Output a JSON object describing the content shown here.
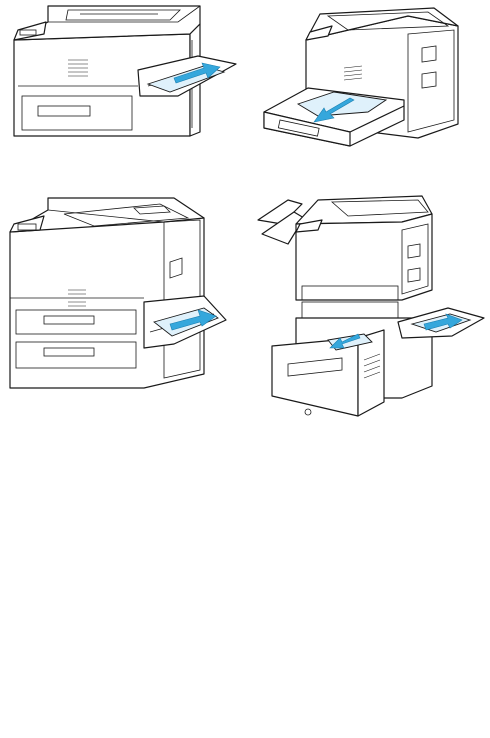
{
  "figures": [
    {
      "id": "upper-left",
      "depicts": "printer-left-tray"
    },
    {
      "id": "upper-right",
      "depicts": "printer-drawer-tray"
    },
    {
      "id": "lower-left",
      "depicts": "printer-right-door"
    },
    {
      "id": "lower-right",
      "depicts": "printer-large-drawer"
    }
  ],
  "colors": {
    "line": "#1a1a1a",
    "paper": "#dff1fb",
    "arrow": "#35a7dc"
  }
}
